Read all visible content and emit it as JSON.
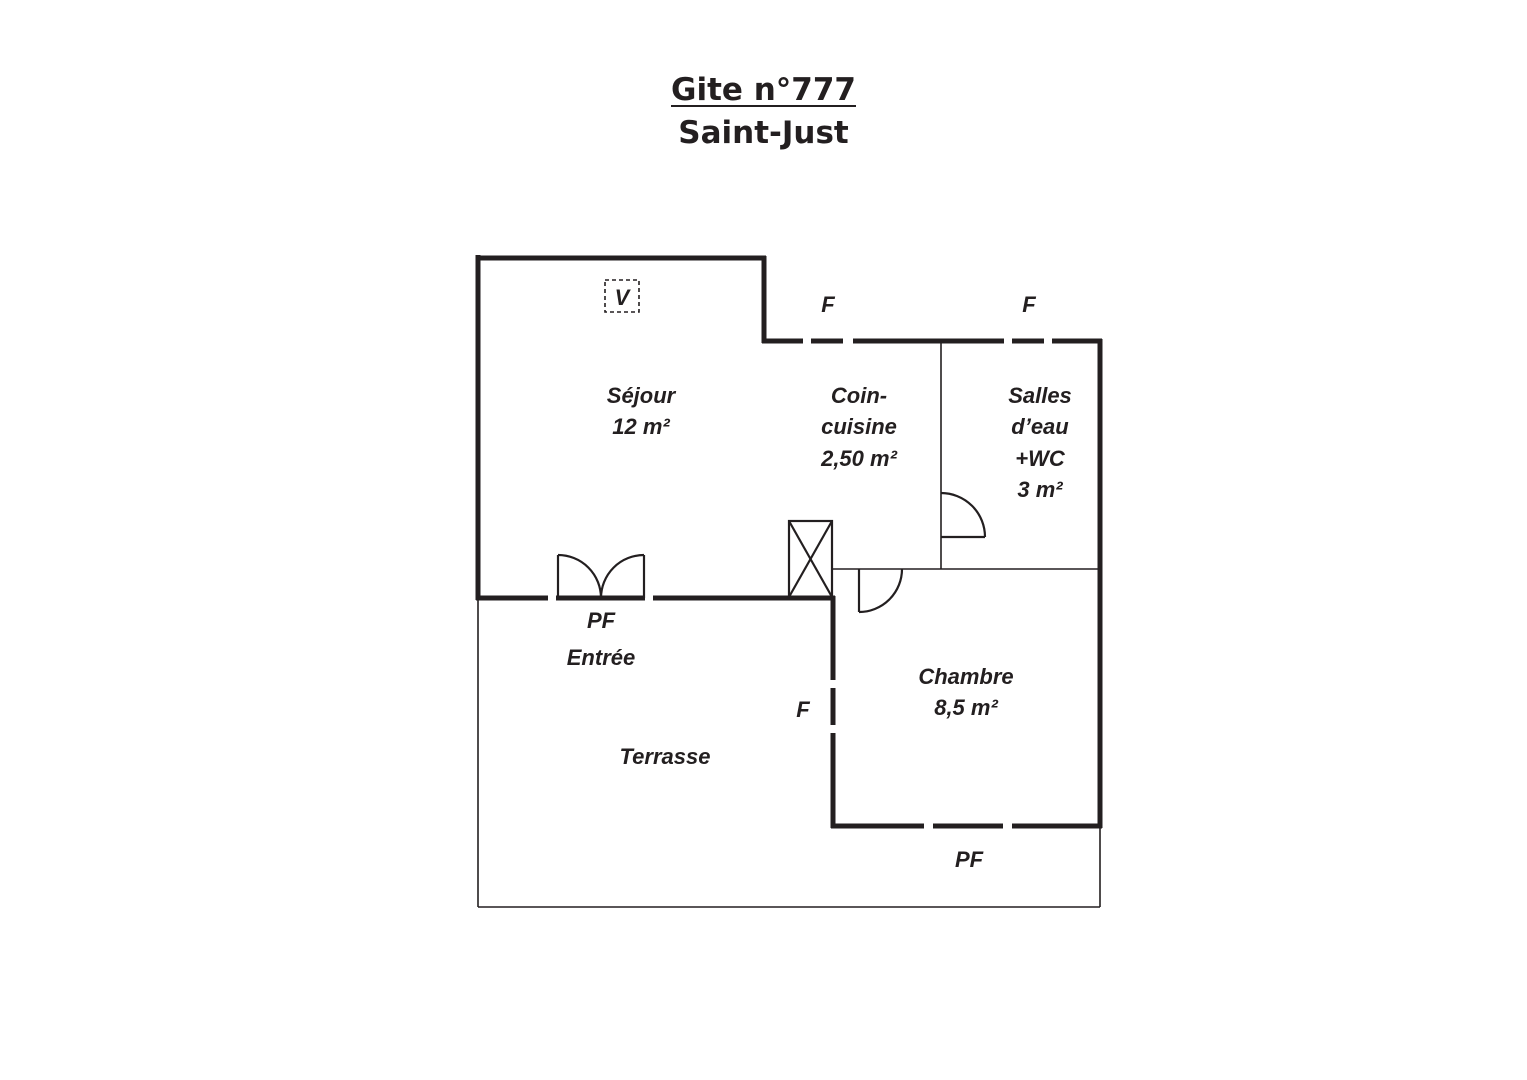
{
  "header": {
    "title": "Gite n°777",
    "subtitle": "Saint-Just"
  },
  "plan": {
    "rooms": {
      "sejour": [
        "Séjour",
        "12 m²"
      ],
      "coin_cuisine": [
        "Coin-",
        "cuisine",
        "2,50 m²"
      ],
      "salles_eau": [
        "Salles",
        "d’eau",
        "+WC",
        "3 m²"
      ],
      "chambre": [
        "Chambre",
        "8,5 m²"
      ],
      "terrasse": [
        "Terrasse"
      ]
    },
    "markers": {
      "ventilation": "V",
      "window_kitchen": "F",
      "window_bathroom": "F",
      "window_bedroom_side": "F",
      "french_window_entry": "PF",
      "french_window_bedroom": "PF",
      "entry": "Entrée"
    }
  }
}
